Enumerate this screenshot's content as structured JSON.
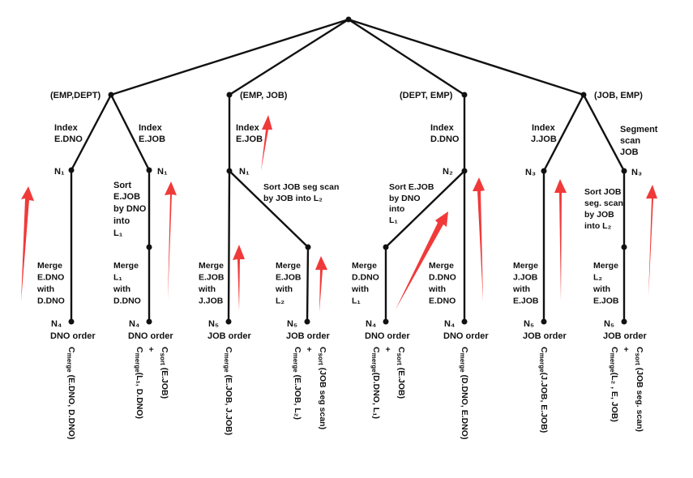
{
  "tree": {
    "roots": [
      {
        "label": "(EMP,DEPT)",
        "edges": [
          {
            "label1": "Index",
            "label2": "E.DNO"
          },
          {
            "label1": "Index",
            "label2": "E.JOB"
          }
        ]
      },
      {
        "label": "(EMP, JOB)",
        "edges": [
          {
            "label1": "Index",
            "label2": "E.JOB"
          }
        ]
      },
      {
        "label": "(DEPT, EMP)",
        "edges": [
          {
            "label1": "Index",
            "label2": "D.DNO"
          }
        ]
      },
      {
        "label": "(JOB, EMP)",
        "edges": [
          {
            "label1": "Index",
            "label2": "J.JOB"
          },
          {
            "label1": "Segment",
            "label2": "scan",
            "label3": "JOB"
          }
        ]
      }
    ],
    "mid_nodes": [
      "N₁",
      "N₁",
      "N₁",
      "N₂",
      "N₃",
      "N₃"
    ],
    "sorts": [
      [
        "Sort",
        "E.JOB",
        "by DNO",
        "into",
        "L₁"
      ],
      [
        "Sort JOB seg scan",
        "by JOB into L₂"
      ],
      [
        "Sort E.JOB",
        "by DNO",
        "into",
        "L₁"
      ],
      [
        "Sort JOB",
        "seg. scan",
        "by JOB",
        "into L₂"
      ]
    ],
    "merges": [
      [
        "Merge",
        "E.DNO",
        "with",
        "D.DNO"
      ],
      [
        "Merge",
        "L₁",
        "with",
        "D.DNO"
      ],
      [
        "Merge",
        "E.JOB",
        "with",
        "J.JOB"
      ],
      [
        "Merge",
        "E.JOB",
        "with",
        "L₂"
      ],
      [
        "Merge",
        "D.DNO",
        "with",
        "L₁"
      ],
      [
        "Merge",
        "D.DNO",
        "with",
        "E.DNO"
      ],
      [
        "Merge",
        "J.JOB",
        "with",
        "E.JOB"
      ],
      [
        "Merge",
        "L₂",
        "with",
        "E.JOB"
      ]
    ],
    "leaves": [
      {
        "node": "N₄",
        "order": "DNO order"
      },
      {
        "node": "N₄",
        "order": "DNO order"
      },
      {
        "node": "N₅",
        "order": "JOB order"
      },
      {
        "node": "N₅",
        "order": "JOB order"
      },
      {
        "node": "N₄",
        "order": "DNO order"
      },
      {
        "node": "N₄",
        "order": "DNO order"
      },
      {
        "node": "N₅",
        "order": "JOB order"
      },
      {
        "node": "N₅",
        "order": "JOB order"
      }
    ],
    "costs": [
      {
        "terms": [
          {
            "c": "C",
            "sub": "merge",
            "arg": " (E.DNO, D.DNO)"
          }
        ]
      },
      {
        "terms": [
          {
            "c": "C",
            "sub": "sort",
            "arg": " (E.JOB)"
          },
          {
            "c": "C",
            "sub": "merge",
            "arg": "(L₁, D.DNO)"
          }
        ]
      },
      {
        "terms": [
          {
            "c": "C",
            "sub": "merge",
            "arg": " (E.JOB, J.JOB)"
          }
        ]
      },
      {
        "terms": [
          {
            "c": "C",
            "sub": "sort",
            "arg": " (JOB seg scan)"
          },
          {
            "c": "C",
            "sub": "merge",
            "arg": " (E.JOB, L₂)"
          }
        ]
      },
      {
        "terms": [
          {
            "c": "C",
            "sub": "sort",
            "arg": " (E.JOB)"
          },
          {
            "c": "C",
            "sub": "merge",
            "arg": "(D.DNO, L₁)"
          }
        ]
      },
      {
        "terms": [
          {
            "c": "C",
            "sub": "merge",
            "arg": " (D.DNO, E.DNO)"
          }
        ]
      },
      {
        "terms": [
          {
            "c": "C",
            "sub": "merge",
            "arg": "(J.JOB, E.JOB)"
          }
        ]
      },
      {
        "terms": [
          {
            "c": "C",
            "sub": "sort",
            "arg": " (JOB seg. scan)"
          },
          {
            "c": "C",
            "sub": "merge",
            "arg": "(L₂ , E, JOB)"
          }
        ]
      }
    ],
    "plus": "+"
  },
  "colors": {
    "line": "#111111",
    "arrow": "#f03a3a"
  }
}
